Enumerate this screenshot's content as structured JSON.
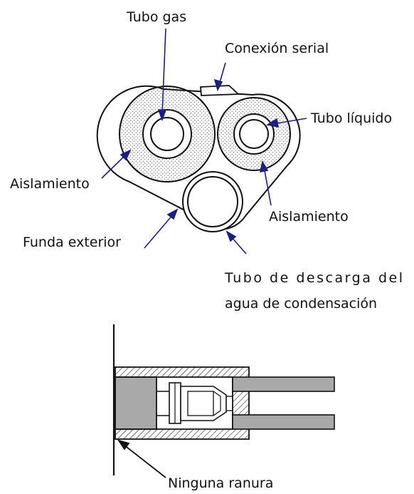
{
  "labels": {
    "tubo_gas": "Tubo gas",
    "conexion_serial": "Conexión serial",
    "tubo_liquido": "Tubo líquido",
    "aislamiento_left": "Aislamiento",
    "aislamiento_right": "Aislamiento",
    "funda_exterior": "Funda exterior",
    "tubo_descarga_line1": "Tubo de descarga del",
    "tubo_descarga_line2": "agua de condensación",
    "ninguna_ranura": "Ninguna ranura"
  },
  "colors": {
    "arrow": "#1c1c8c",
    "line": "#111111",
    "fill_gray": "#a9a9a9"
  }
}
